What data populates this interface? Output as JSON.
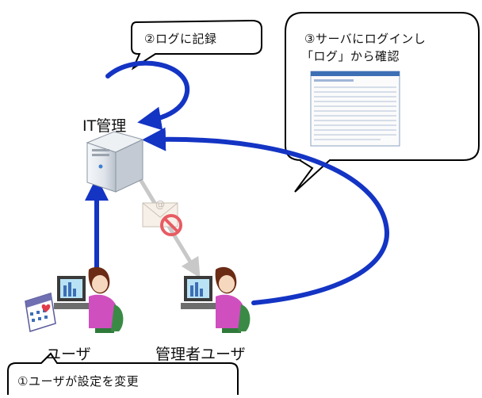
{
  "callouts": {
    "log_record": "②ログに記録",
    "login_line1": "③サーバにログインし",
    "login_line2": "「ログ」から確認",
    "user_change": "①ユーザが設定を変更"
  },
  "nodes": {
    "server": "IT管理",
    "user": "ユーザ",
    "admin": "管理者ユーザ"
  },
  "icons": {
    "server": "server-tower-icon",
    "user": "person-at-computer-icon",
    "admin": "person-at-computer-icon",
    "calendar": "calendar-heart-icon",
    "mail": "mail-icon",
    "prohibited": "prohibited-icon",
    "log": "log-screenshot-icon"
  },
  "colors": {
    "arrow": "#1434c4",
    "arrow_faded": "#c8c8c8",
    "prohibited": "#e85b63",
    "callout_border": "#000000"
  }
}
